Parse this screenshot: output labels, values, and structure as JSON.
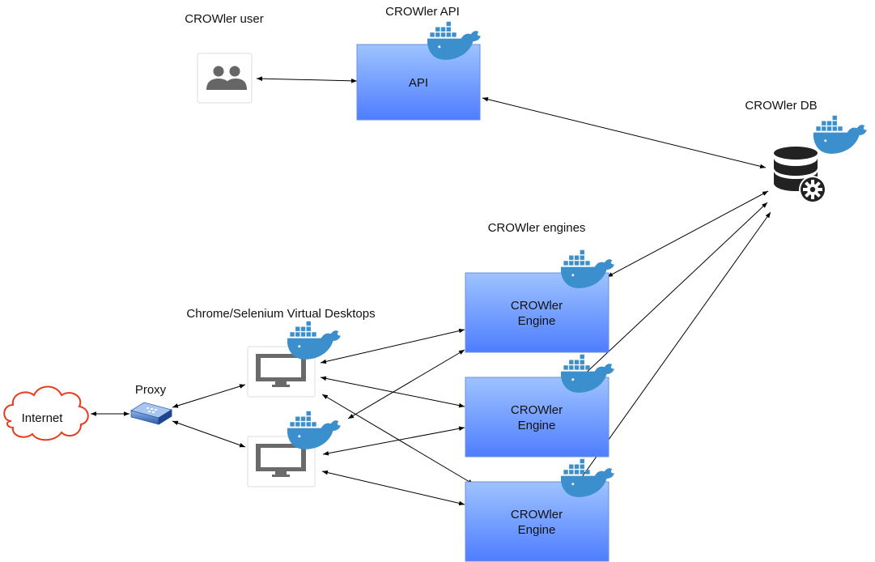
{
  "labels": {
    "user": "CROWler user",
    "api_title": "CROWler API",
    "api_box": "API",
    "db": "CROWler DB",
    "engines": "CROWler engines",
    "vdesktops": "Chrome/Selenium Virtual Desktops",
    "proxy": "Proxy",
    "internet": "Internet",
    "engine_line1": "CROWler",
    "engine_line2": "Engine"
  },
  "icons": {
    "docker": "docker-whale-icon",
    "users": "users-icon",
    "monitor": "monitor-icon",
    "database": "database-gear-icon",
    "cloud": "cloud-icon",
    "proxy": "proxy-device-icon"
  },
  "colors": {
    "box_top": "#9ec3ff",
    "box_bottom": "#4e7dff",
    "box_stroke": "#6e8fd8",
    "docker": "#3c8fcd",
    "cloud_stroke": "#e53b1f",
    "icon_gray": "#666666",
    "arrow": "#000000"
  }
}
